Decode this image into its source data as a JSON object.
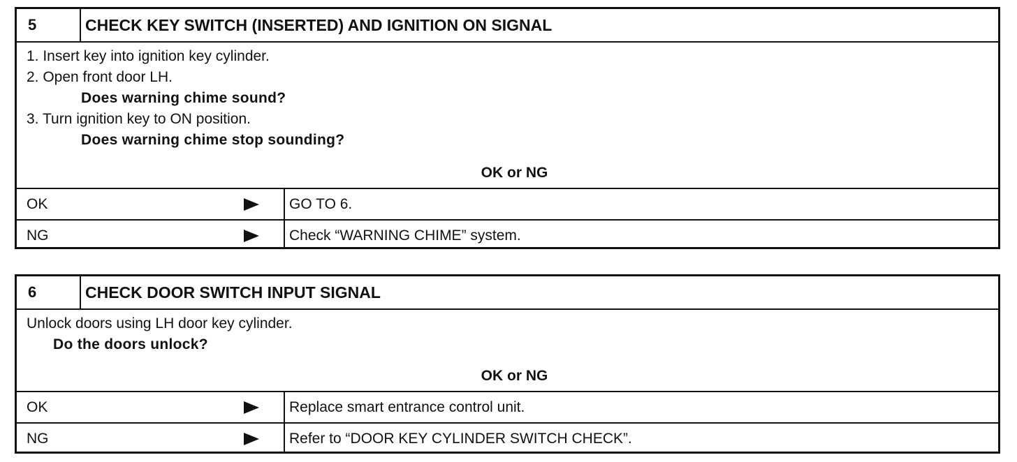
{
  "step5": {
    "number": "5",
    "title": "CHECK KEY SWITCH (INSERTED) AND IGNITION ON SIGNAL",
    "instructions": [
      "1. Insert key into ignition key cylinder.",
      "2. Open front door LH.",
      "Does warning chime sound?",
      "3. Turn ignition key to ON position.",
      "Does warning chime stop sounding?"
    ],
    "result_prompt": "OK or NG",
    "results": [
      {
        "label": "OK",
        "arrow_icon": "right-triangle-icon",
        "action": "GO TO 6."
      },
      {
        "label": "NG",
        "arrow_icon": "right-triangle-icon",
        "action": "Check “WARNING CHIME” system."
      }
    ]
  },
  "step6": {
    "number": "6",
    "title": "CHECK DOOR SWITCH INPUT SIGNAL",
    "instructions": [
      "Unlock doors using LH door key cylinder.",
      "Do the doors unlock?"
    ],
    "result_prompt": "OK or NG",
    "results": [
      {
        "label": "OK",
        "arrow_icon": "right-triangle-icon",
        "action": "Replace smart entrance control unit."
      },
      {
        "label": "NG",
        "arrow_icon": "right-triangle-icon",
        "action": "Refer to “DOOR KEY CYLINDER SWITCH CHECK”."
      }
    ]
  }
}
